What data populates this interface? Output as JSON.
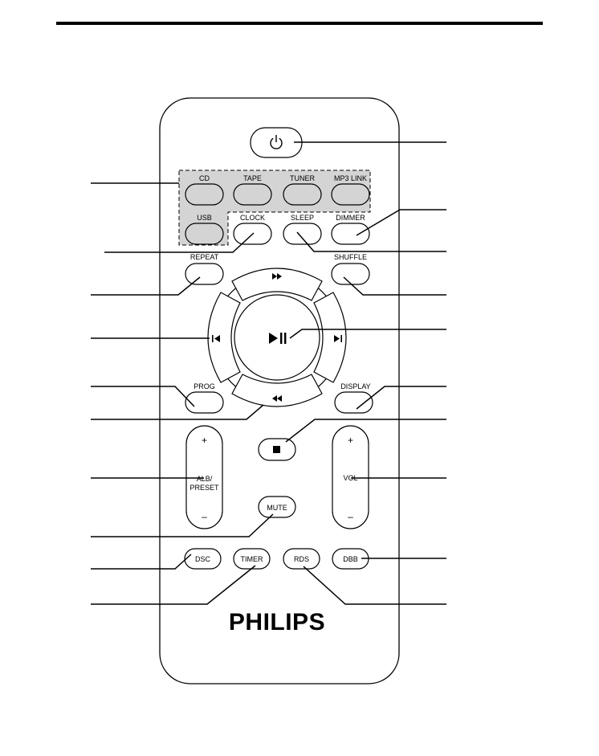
{
  "remote": {
    "brand": "PHILIPS",
    "group_fill": "#d4d4d4",
    "buttons": {
      "cd": "CD",
      "tape": "TAPE",
      "tuner": "TUNER",
      "mp3link": "MP3 LINK",
      "usb": "USB",
      "clock": "CLOCK",
      "sleep": "SLEEP",
      "dimmer": "DIMMER",
      "repeat": "REPEAT",
      "shuffle": "SHUFFLE",
      "prog": "PROG",
      "display": "DISPLAY",
      "alb_preset_line1": "ALB/",
      "alb_preset_line2": "PRESET",
      "vol": "VOL",
      "plus": "+",
      "minus": "–",
      "mute": "MUTE",
      "dsc": "DSC",
      "timer": "TIMER",
      "rds": "RDS",
      "dbb": "DBB"
    },
    "icons": [
      "power-icon",
      "fast-forward-icon",
      "rewind-icon",
      "previous-icon",
      "next-icon",
      "play-pause-icon",
      "stop-icon"
    ]
  }
}
